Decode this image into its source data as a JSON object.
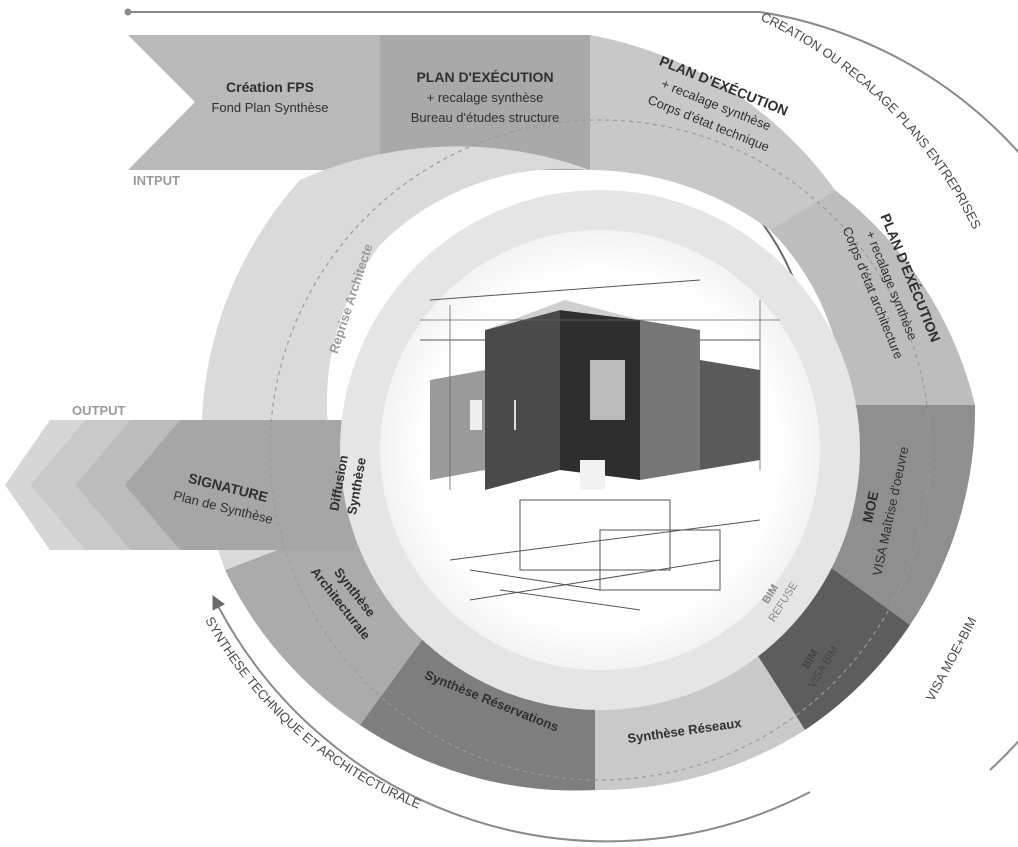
{
  "outer_labels": {
    "top_right_arc": "CREATION OU RECALAGE PLANS ENTREPRISES",
    "bottom_right_arc": "VISA MOE+BIM",
    "bottom_left_arc": "SYNTHESE TECHNIQUE ET ARCHITECTURALE"
  },
  "input_label": "INTPUT",
  "output_label": "OUTPUT",
  "segments": {
    "creation_fps": {
      "title": "Création FPS",
      "subtitle": "Fond Plan Synthèse"
    },
    "plan_execution_structure": {
      "title": "PLAN D'EXÉCUTION",
      "line1": "+ recalage synthèse",
      "line2": "Bureau d'études structure"
    },
    "plan_execution_technique": {
      "title": "PLAN D'EXÉCUTION",
      "line1": "+ recalage synthèse",
      "line2": "Corps d'état technique"
    },
    "plan_execution_architecture": {
      "title": "PLAN D'EXÉCUTION",
      "line1": "+ recalage synthèse",
      "line2": "Corps d'état architecture"
    },
    "moe": {
      "title": "MOE",
      "subtitle": "VISA Maîtrise d'oeuvre"
    },
    "bim_refuse": {
      "title": "BIM",
      "subtitle": "REFUSE"
    },
    "bim_visa": {
      "title": "BIM",
      "subtitle": "VISA BIM"
    },
    "synthese_reseaux": {
      "title": "Synthèse Réseaux"
    },
    "synthese_reservations": {
      "title": "Synthèse Réservations"
    },
    "synthese_architecturale": {
      "line1": "Synthèse",
      "line2": "Architecturale"
    },
    "diffusion_synthese": {
      "line1": "Diffusion",
      "line2": "Synthèse"
    },
    "signature": {
      "title": "SIGNATURE",
      "subtitle": "Plan de Synthèse"
    },
    "reprise_architecte": {
      "title": "Reprise Architecte"
    }
  },
  "colors": {
    "light_band": "#cfcfcf",
    "mid_band": "#bdbdbd",
    "dark_band": "#8e8e8e",
    "darker_band": "#6a6a6a",
    "darkest_band": "#4a4a4a",
    "inner_ring": "#e3e3e3",
    "text_dark": "#2f2f2f",
    "arrow": "#6a6a6a"
  }
}
